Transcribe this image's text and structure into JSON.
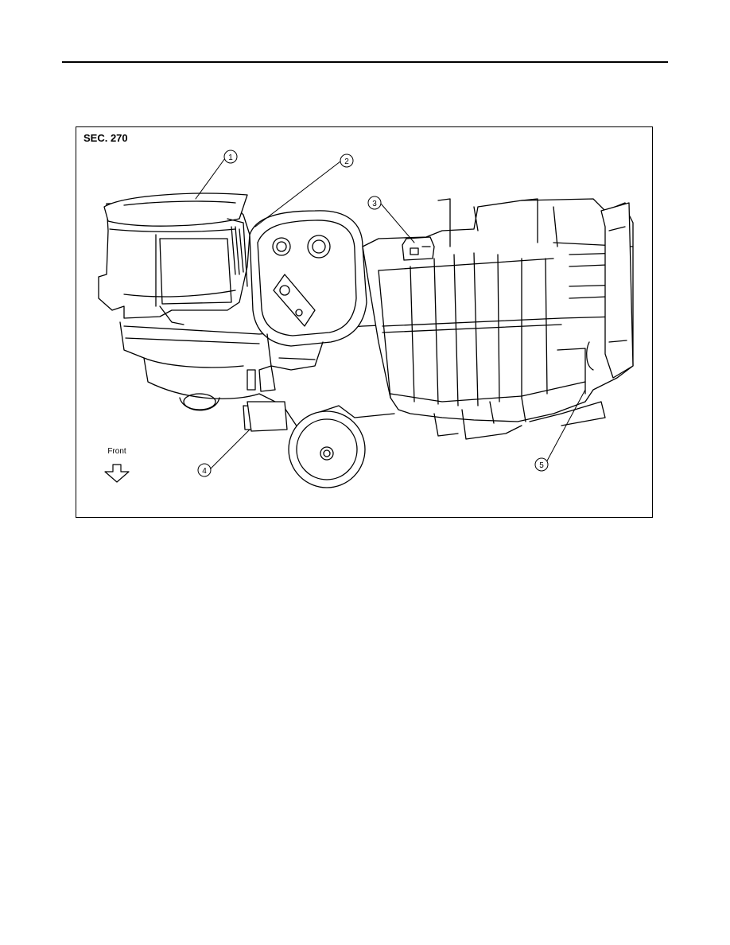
{
  "figure": {
    "section": "SEC. 270",
    "front_label": "Front",
    "callouts": [
      "1",
      "2",
      "3",
      "4",
      "5"
    ]
  }
}
